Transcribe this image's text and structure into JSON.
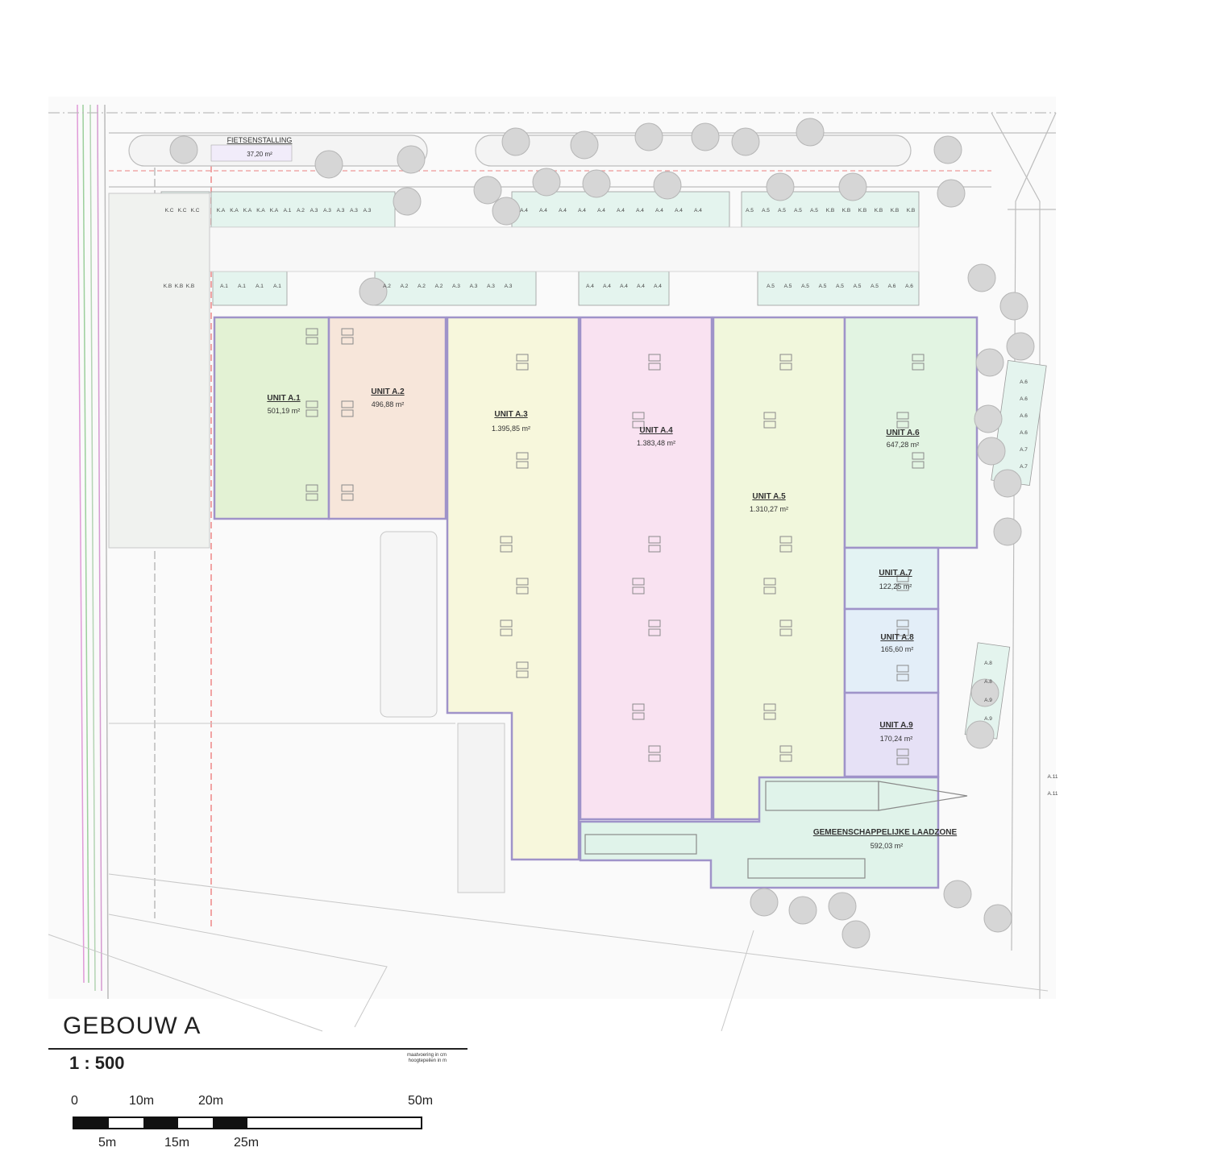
{
  "building_title": "GEBOUW A",
  "scale_ratio": "1 : 500",
  "notes": [
    "maatvoering in cm",
    "hoogtepeilen in m"
  ],
  "scale_bar": {
    "top_labels": [
      "0",
      "10m",
      "20m",
      "50m"
    ],
    "bottom_labels": [
      "5m",
      "15m",
      "25m"
    ]
  },
  "bike_storage": {
    "name": "FIETSENSTALLING",
    "area": "37,20 m²"
  },
  "units": [
    {
      "id": "A1",
      "name": "UNIT A.1",
      "area": "501,19 m²",
      "color": "#e3f2d4"
    },
    {
      "id": "A2",
      "name": "UNIT A.2",
      "area": "496,88 m²",
      "color": "#f7e6da"
    },
    {
      "id": "A3",
      "name": "UNIT A.3",
      "area": "1.395,85 m²",
      "color": "#f7f7dc"
    },
    {
      "id": "A4",
      "name": "UNIT A.4",
      "area": "1.383,48 m²",
      "color": "#f9e2f1"
    },
    {
      "id": "A5",
      "name": "UNIT A.5",
      "area": "1.310,27 m²",
      "color": "#f1f7dc"
    },
    {
      "id": "A6",
      "name": "UNIT A.6",
      "area": "647,28 m²",
      "color": "#e2f4e2"
    },
    {
      "id": "A7",
      "name": "UNIT A.7",
      "area": "122,25 m²",
      "color": "#e3f3f3"
    },
    {
      "id": "A8",
      "name": "UNIT A.8",
      "area": "165,60 m²",
      "color": "#e3eef8"
    },
    {
      "id": "A9",
      "name": "UNIT A.9",
      "area": "170,24 m²",
      "color": "#e6e1f6"
    }
  ],
  "loading_zone": {
    "name": "GEMEENSCHAPPELIJKE LAADZONE",
    "area": "592,03 m²",
    "color": "#e0f3ea"
  },
  "parking_labels": {
    "top_row": [
      "K.C",
      "K.C",
      "K.C",
      "K.A",
      "K.A",
      "K.A",
      "K.A",
      "K.A",
      "A.1",
      "A.2",
      "A.3",
      "A.3",
      "A.3",
      "A.3",
      "A.3"
    ],
    "top_row_right": [
      "A.4",
      "A.4",
      "A.4",
      "A.4",
      "A.4",
      "A.4",
      "A.4",
      "A.4",
      "A.4",
      "A.4",
      "A.5",
      "A.5",
      "A.5",
      "A.5",
      "A.5",
      "K.B",
      "K.B",
      "K.B",
      "K.B",
      "K.B",
      "K.B"
    ],
    "bottom_row_left": [
      "K.B",
      "K.B",
      "K.B",
      "A.1",
      "A.1",
      "A.1",
      "A.1"
    ],
    "bottom_row_mid": [
      "A.2",
      "A.2",
      "A.2",
      "A.2",
      "A.3",
      "A.3",
      "A.3",
      "A.3"
    ],
    "bottom_row_a4": [
      "A.4",
      "A.4",
      "A.4",
      "A.4",
      "A.4"
    ],
    "bottom_row_right": [
      "A.5",
      "A.5",
      "A.5",
      "A.5",
      "A.5",
      "A.5",
      "A.5",
      "A.6",
      "A.6"
    ],
    "east_upper": [
      "A.6",
      "A.6",
      "A.6",
      "A.6",
      "A.7",
      "A.7"
    ],
    "east_lower": [
      "A.8",
      "A.8",
      "A.9",
      "A.9"
    ],
    "east_far": [
      "A.11",
      "A.11"
    ]
  }
}
